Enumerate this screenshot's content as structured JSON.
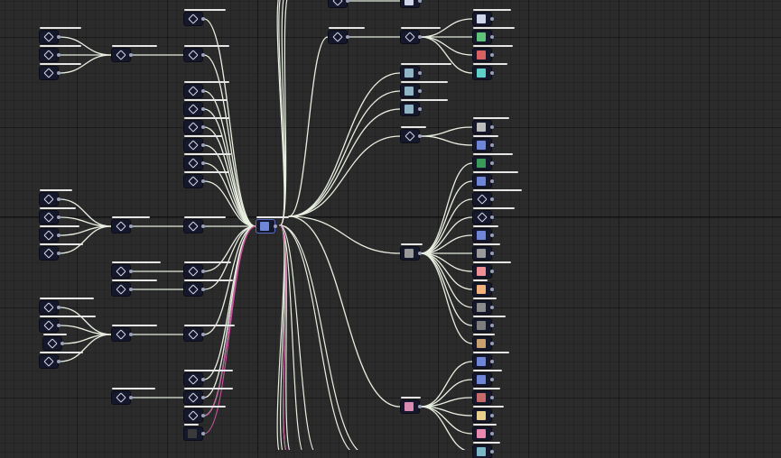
{
  "canvas": {
    "background": "#2b2b2b",
    "wire_color": "#e8efe0",
    "accent_wire_color": "#c8569e",
    "node_body_color": "#15182b",
    "node_header_color": "#e6e6e6"
  },
  "nodes": [
    {
      "icon": "diamond-icon",
      "kind": "generator",
      "color": "#cfd6ea"
    },
    {
      "icon": "diamond-icon",
      "kind": "generator",
      "color": "#cfd6ea"
    },
    {
      "icon": "diamond-icon",
      "kind": "generator",
      "color": "#cfd6ea"
    },
    {
      "icon": "diamond-icon",
      "kind": "generator",
      "color": "#cfd6ea"
    },
    {
      "icon": "diamond-icon",
      "kind": "generator",
      "color": "#cfd6ea"
    },
    {
      "icon": "diamond-icon",
      "kind": "generator",
      "color": "#cfd6ea"
    },
    {
      "icon": "diamond-icon",
      "kind": "generator",
      "color": "#cfd6ea"
    },
    {
      "icon": "diamond-icon",
      "kind": "generator",
      "color": "#cfd6ea"
    },
    {
      "icon": "diamond-icon",
      "kind": "generator",
      "color": "#cfd6ea"
    },
    {
      "icon": "diamond-icon",
      "kind": "generator",
      "color": "#cfd6ea"
    },
    {
      "icon": "diamond-icon",
      "kind": "generator",
      "color": "#cfd6ea"
    },
    {
      "icon": "diamond-icon",
      "kind": "generator",
      "color": "#cfd6ea"
    },
    {
      "icon": "diamond-icon",
      "kind": "generator",
      "color": "#cfd6ea"
    },
    {
      "icon": "diamond-icon",
      "kind": "generator",
      "color": "#cfd6ea"
    },
    {
      "icon": "diamond-icon",
      "kind": "generator",
      "color": "#cfd6ea"
    },
    {
      "icon": "diamond-icon",
      "kind": "generator",
      "color": "#cfd6ea"
    },
    {
      "icon": "diamond-icon",
      "kind": "generator",
      "color": "#cfd6ea"
    },
    {
      "icon": "diamond-icon",
      "kind": "generator",
      "color": "#cfd6ea"
    },
    {
      "icon": "diamond-icon",
      "kind": "generator",
      "color": "#cfd6ea"
    },
    {
      "icon": "diamond-icon",
      "kind": "generator",
      "color": "#cfd6ea"
    },
    {
      "icon": "diamond-icon",
      "kind": "generator",
      "color": "#cfd6ea"
    },
    {
      "icon": "diamond-icon",
      "kind": "generator",
      "color": "#cfd6ea"
    },
    {
      "icon": "diamond-icon",
      "kind": "generator",
      "color": "#cfd6ea"
    },
    {
      "icon": "diamond-icon",
      "kind": "generator",
      "color": "#cfd6ea"
    },
    {
      "icon": "diamond-icon",
      "kind": "generator",
      "color": "#cfd6ea"
    },
    {
      "icon": "diamond-icon",
      "kind": "generator",
      "color": "#cfd6ea"
    },
    {
      "icon": "diamond-icon",
      "kind": "generator",
      "color": "#cfd6ea"
    },
    {
      "icon": "diamond-icon",
      "kind": "generator",
      "color": "#cfd6ea"
    },
    {
      "icon": "diamond-icon",
      "kind": "generator",
      "color": "#cfd6ea"
    },
    {
      "icon": "diamond-icon",
      "kind": "generator",
      "color": "#cfd6ea"
    },
    {
      "icon": "diamond-icon",
      "kind": "generator",
      "color": "#cfd6ea"
    },
    {
      "icon": "diamond-icon",
      "kind": "generator",
      "color": "#cfd6ea"
    },
    {
      "icon": "diamond-icon",
      "kind": "generator",
      "color": "#cfd6ea"
    },
    {
      "icon": "dark-swatch-icon",
      "kind": "preview",
      "color": "#3a3a3a"
    },
    {
      "icon": "output-node-icon",
      "kind": "output",
      "color": "#6f86d8"
    },
    {
      "icon": "diamond-icon",
      "kind": "generator",
      "color": "#cfd6ea"
    },
    {
      "icon": "bitmap-icon",
      "kind": "preview",
      "color": "#cfd6ea"
    },
    {
      "icon": "diamond-icon",
      "kind": "generator",
      "color": "#cfd6ea"
    },
    {
      "icon": "blur-icon",
      "kind": "generator",
      "color": "#cfd6ea"
    },
    {
      "icon": "atlas-icon",
      "kind": "preview",
      "color": "#8fb4c4"
    },
    {
      "icon": "atlas-icon",
      "kind": "preview",
      "color": "#8fb4c4"
    },
    {
      "icon": "atlas-icon",
      "kind": "preview",
      "color": "#8fb4c4"
    },
    {
      "icon": "blur-icon",
      "kind": "generator",
      "color": "#cfd6ea"
    },
    {
      "icon": "gray-swatch-icon",
      "kind": "preview",
      "color": "#9a9a9a"
    },
    {
      "icon": "pink-swatch-icon",
      "kind": "preview",
      "color": "#d98ab0"
    },
    {
      "icon": "bitmap-icon",
      "kind": "preview",
      "color": "#cfd6ea"
    },
    {
      "icon": "green-leaf-icon",
      "kind": "preview",
      "color": "#5ec27a"
    },
    {
      "icon": "red-dot-icon",
      "kind": "preview",
      "color": "#d86060"
    },
    {
      "icon": "teal-crescent-icon",
      "kind": "preview",
      "color": "#5fd0c8"
    },
    {
      "icon": "gray-sphere-icon",
      "kind": "preview",
      "color": "#bdbdbd"
    },
    {
      "icon": "output-node-icon",
      "kind": "output",
      "color": "#6f86d8"
    },
    {
      "icon": "green-swatch-icon",
      "kind": "preview",
      "color": "#3a9a5a"
    },
    {
      "icon": "output-node-icon",
      "kind": "output",
      "color": "#6f86d8"
    },
    {
      "icon": "diamond-icon",
      "kind": "generator",
      "color": "#cfd6ea"
    },
    {
      "icon": "blur-icon",
      "kind": "generator",
      "color": "#cfd6ea"
    },
    {
      "icon": "output-node-icon",
      "kind": "output",
      "color": "#6f86d8"
    },
    {
      "icon": "gray-swatch-icon",
      "kind": "preview",
      "color": "#9a9a9a"
    },
    {
      "icon": "pink-swatch-icon",
      "kind": "preview",
      "color": "#ef8f95"
    },
    {
      "icon": "peach-swatch-icon",
      "kind": "preview",
      "color": "#f2b27a"
    },
    {
      "icon": "gray-swatch-icon",
      "kind": "preview",
      "color": "#8c8c8c"
    },
    {
      "icon": "gray-swatch-icon",
      "kind": "preview",
      "color": "#7d7d7d"
    },
    {
      "icon": "striped-swatch-icon",
      "kind": "preview",
      "color": "#c8a070"
    },
    {
      "icon": "output-node-icon",
      "kind": "output",
      "color": "#6f86d8"
    },
    {
      "icon": "output-node-icon",
      "kind": "output",
      "color": "#6f86d8"
    },
    {
      "icon": "red-dot-icon",
      "kind": "preview",
      "color": "#c86a6a"
    },
    {
      "icon": "yellow-swatch-icon",
      "kind": "preview",
      "color": "#e8d08a"
    },
    {
      "icon": "pink-swatch-icon",
      "kind": "preview",
      "color": "#e88ab0"
    },
    {
      "icon": "teal-swatch-icon",
      "kind": "preview",
      "color": "#7ab8c8"
    },
    {
      "icon": "gray-swatch-icon",
      "kind": "preview",
      "color": "#c8c8c8"
    }
  ]
}
